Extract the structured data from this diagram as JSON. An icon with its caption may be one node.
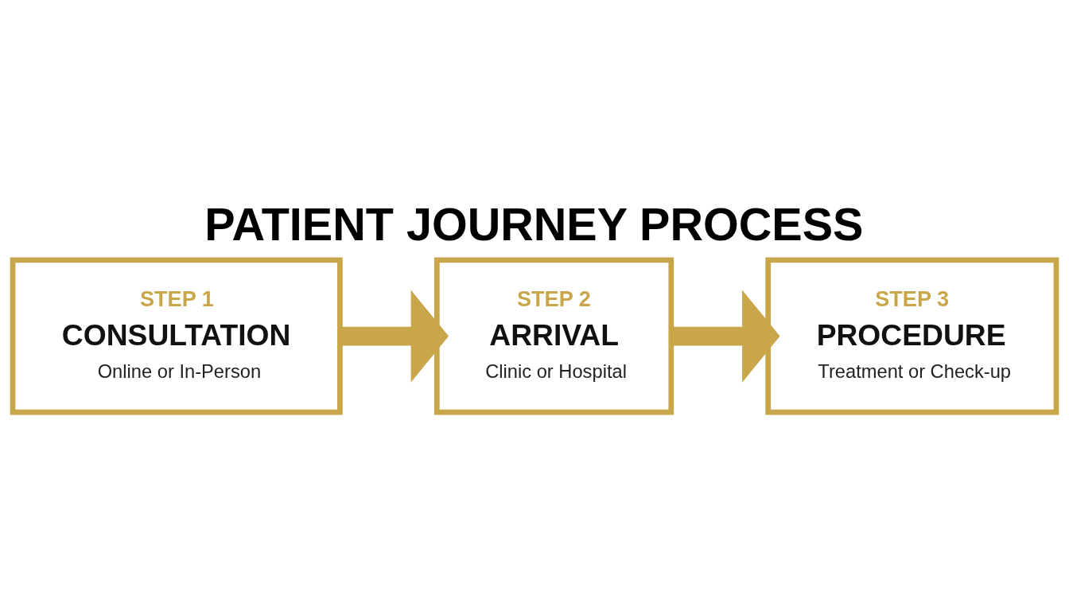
{
  "diagram": {
    "title": "PATIENT JOURNEY PROCESS",
    "nodes": [
      {
        "text": [
          "STEP 1",
          "CONSULTATION",
          "Online or In-Person"
        ]
      },
      {
        "text": [
          "STEP 2",
          "ARRIVAL",
          "Clinic or Hospital"
        ]
      },
      {
        "text": [
          "STEP 3",
          "PROCEDURE",
          "Treatment or Check-up"
        ]
      }
    ],
    "edges": [
      {
        "from": 0,
        "to": 1,
        "arrow": "to"
      },
      {
        "from": 1,
        "to": 2,
        "arrow": "to"
      }
    ]
  }
}
